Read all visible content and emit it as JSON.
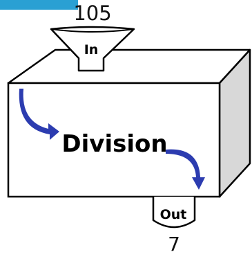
{
  "diagram": {
    "input_value": "105",
    "input_label": "In",
    "title": "Division",
    "output_label": "Out",
    "output_value": "7"
  },
  "colors": {
    "corner_bar": "#2aa0d3",
    "arrow": "#2c3cb0",
    "box_face": "#ffffff",
    "box_top": "#ffffff",
    "box_side": "#d8d8d8",
    "outline": "#000000"
  }
}
